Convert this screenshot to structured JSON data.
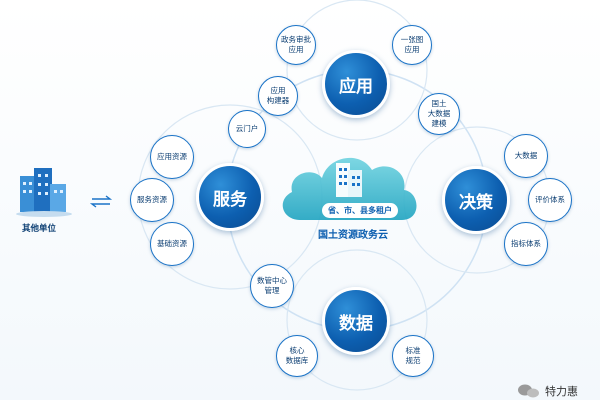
{
  "diagram": {
    "center": {
      "cloud_title": "国土资源政务云",
      "cloud_pill": "省、市、县多租户"
    },
    "hubs": {
      "app": "应用",
      "service": "服务",
      "decision": "决策",
      "data": "数据"
    },
    "leaves": {
      "gov_approval": [
        "政务审批",
        "应用"
      ],
      "one_map": [
        "一张图",
        "应用"
      ],
      "app_builder": [
        "应用",
        "构建器"
      ],
      "cloud_portal": [
        "云门户"
      ],
      "land_bigdata": [
        "国土",
        "大数据",
        "建模"
      ],
      "app_resource": [
        "应用资源"
      ],
      "service_resource": [
        "服务资源"
      ],
      "base_resource": [
        "基础资源"
      ],
      "big_data": [
        "大数据"
      ],
      "eval_system": [
        "评价体系"
      ],
      "index_system": [
        "指标体系"
      ],
      "data_center_mgmt": [
        "数管中心",
        "管理"
      ],
      "core_db": [
        "核心",
        "数据库"
      ],
      "standard_spec": [
        "标准",
        "规范"
      ]
    },
    "other_units": "其他单位",
    "watermark": "特力惠"
  },
  "colors": {
    "hub_blue": "#0d5fb0",
    "accent": "#1a73c7",
    "cloud_teal": "#2ab0c8"
  }
}
